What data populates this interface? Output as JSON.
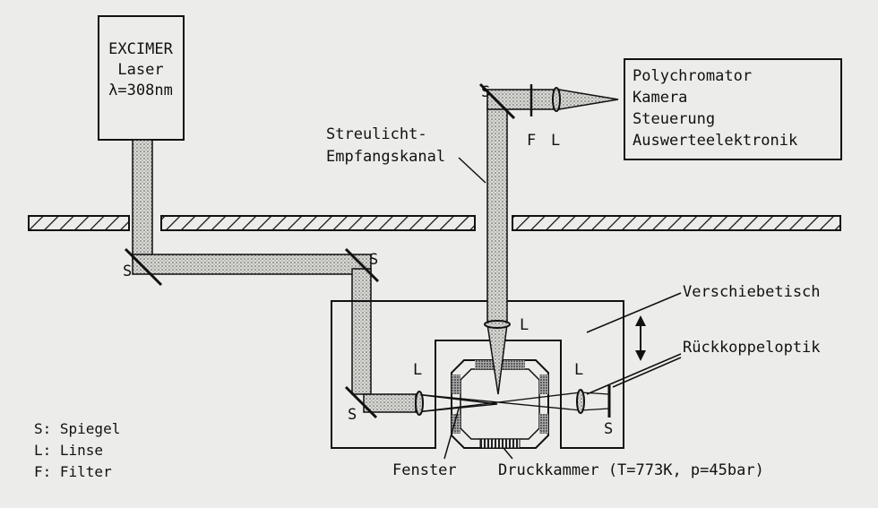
{
  "laser": {
    "line1": "EXCIMER",
    "line2": "Laser",
    "line3": "λ=308nm"
  },
  "detector": {
    "line1": "Polychromator",
    "line2": "Kamera",
    "line3": "Steuerung",
    "line4": "Auswerteelektronik"
  },
  "labels": {
    "streulicht_1": "Streulicht-",
    "streulicht_2": "Empfangskanal",
    "mirror": "S",
    "lens": "L",
    "filter": "F",
    "verschiebetisch": "Verschiebetisch",
    "rueckkoppeloptik": "Rückkoppeloptik",
    "fenster": "Fenster",
    "druckkammer": "Druckkammer (T=773K, p=45bar)"
  },
  "legend": {
    "s": "S:  Spiegel",
    "l": "L:  Linse",
    "f": "F:  Filter"
  }
}
